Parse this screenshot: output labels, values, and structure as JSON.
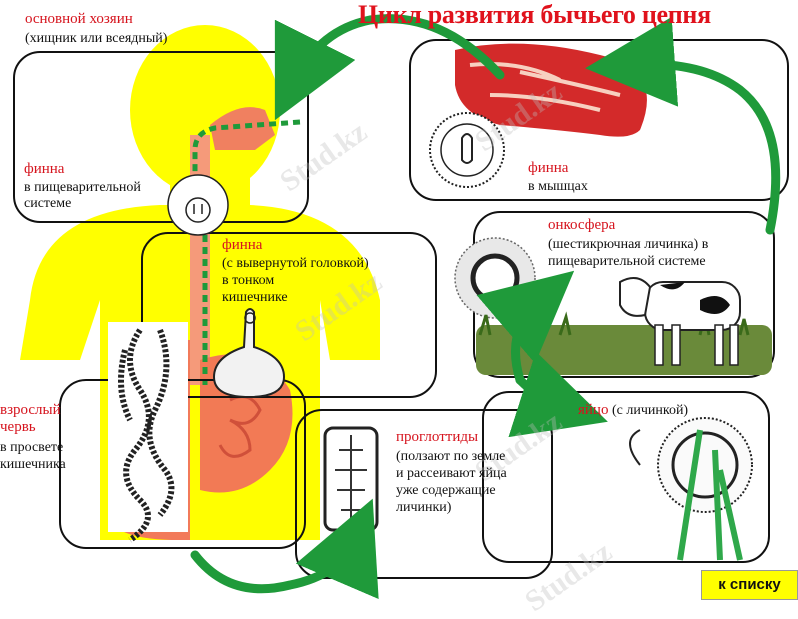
{
  "title": "Цикл развития бычьего цепня",
  "host": {
    "label": "основной хозяин",
    "note": "(хищник или всеядный)"
  },
  "stages": {
    "finna_digestive": {
      "name": "финна",
      "desc_line1": "в пищеварительной",
      "desc_line2": "системе"
    },
    "finna_muscle": {
      "name": "финна",
      "desc": "в мышцах"
    },
    "finna_intestine": {
      "name": "финна",
      "desc_line1": "(с вывернутой головкой)",
      "desc_line2": "в тонком",
      "desc_line3": "кишечнике"
    },
    "oncosphere": {
      "name": "онкосфера",
      "desc_line1": "(шестикрючная личинка) в",
      "desc_line2": "пищеварительной системе"
    },
    "egg": {
      "name": "яйцо",
      "desc": "(с личинкой)"
    },
    "proglottids": {
      "name": "проглоттиды",
      "desc_line1": "(ползают по земле",
      "desc_line2": "и рассеивают яйца",
      "desc_line3": "уже содержащие",
      "desc_line4": "личинки)"
    },
    "adult": {
      "name_line1": "взрослый",
      "name_line2": "червь",
      "desc_line1": "в просвете",
      "desc_line2": "кишечника"
    }
  },
  "nav": {
    "back_label": "к списку"
  },
  "watermark": "Stud.kz",
  "colors": {
    "accent_red": "#d6141e",
    "body_yellow": "#ffff00",
    "arrow_green": "#1f9a3a",
    "button_yellow": "#ffff00"
  }
}
